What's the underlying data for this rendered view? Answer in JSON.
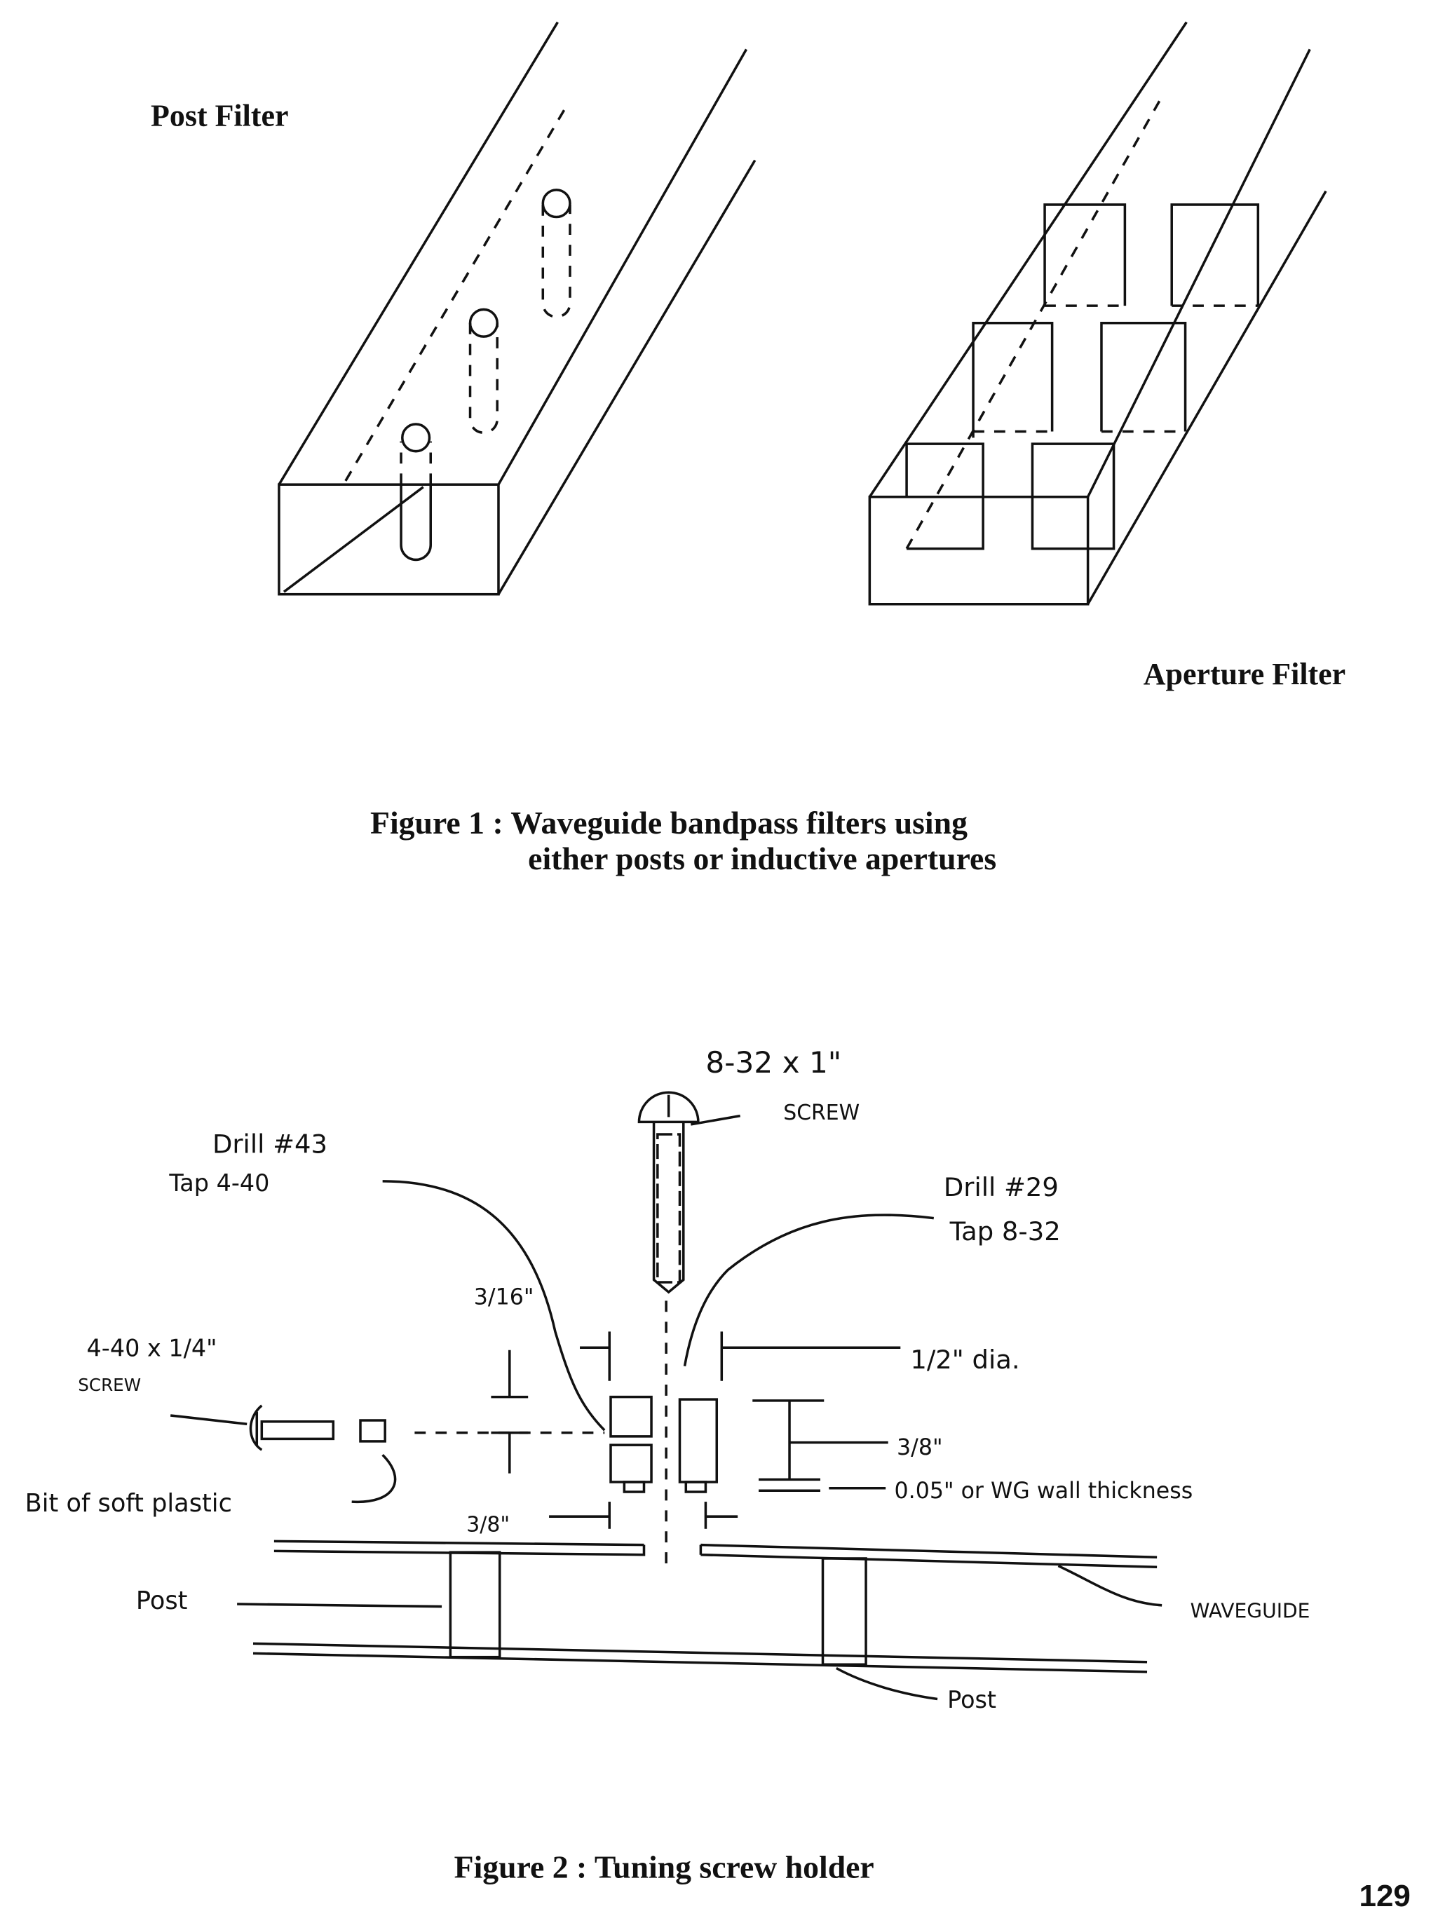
{
  "figure1": {
    "post_label": "Post Filter",
    "aperture_label": "Aperture Filter",
    "caption_line1": "Figure 1 :  Waveguide bandpass filters using",
    "caption_line2": "either posts or inductive apertures"
  },
  "figure2": {
    "screw_size": "8-32 x 1\"",
    "screw": "SCREW",
    "drill43": "Drill #43",
    "tap440": "Tap 4-40",
    "drill29": "Drill #29",
    "tap832": "Tap 8-32",
    "dim_3_16": "3/16\"",
    "half_dia": "1/2\" dia.",
    "small_screw_size": "4-40 x 1/4\"",
    "small_screw": "SCREW",
    "dim_3_8_right": "3/8\"",
    "wall": "0.05\" or WG wall thickness",
    "plastic": "Bit of soft plastic",
    "dim_3_8_bottom": "3/8\"",
    "post_left": "Post",
    "waveguide": "WAVEGUIDE",
    "post_bottom": "Post",
    "caption": "Figure 2 :  Tuning screw holder"
  },
  "page_number": "129"
}
